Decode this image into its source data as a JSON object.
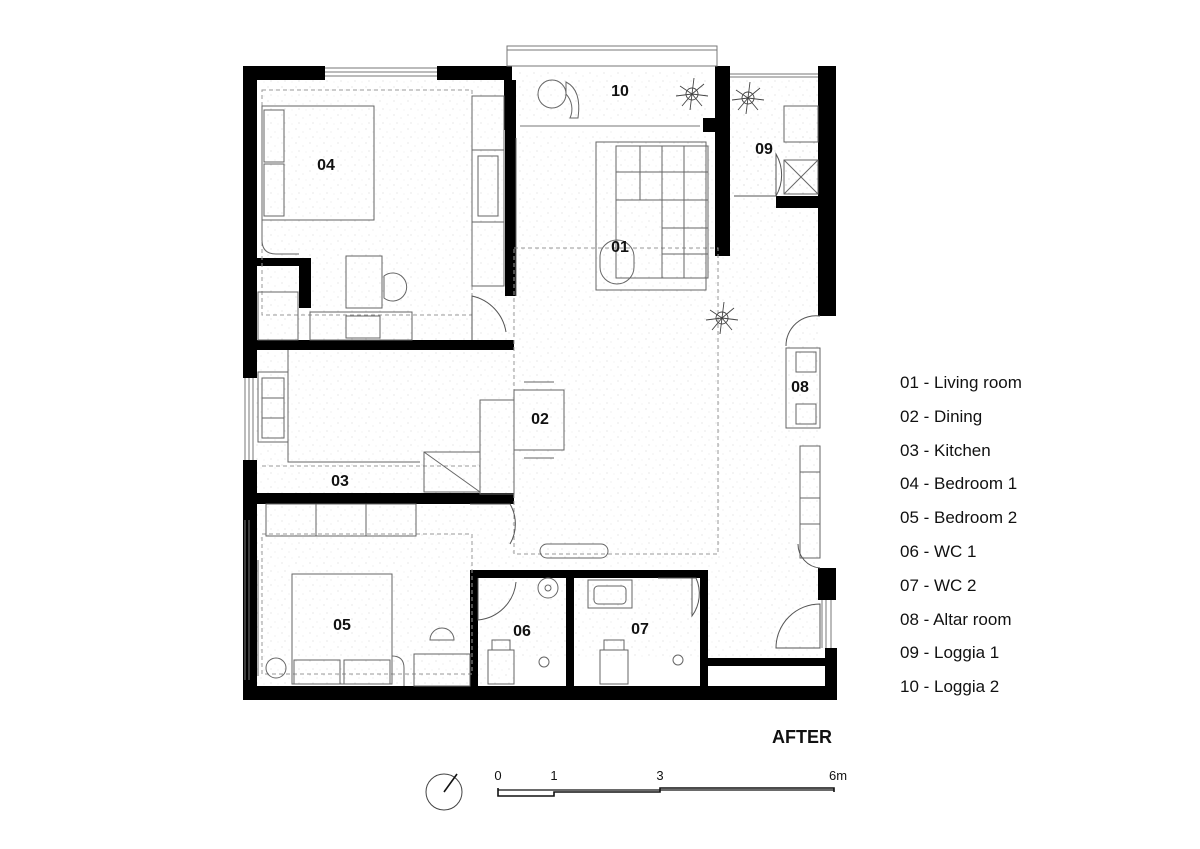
{
  "title": "AFTER",
  "rooms": [
    {
      "code": "01"
    },
    {
      "code": "02"
    },
    {
      "code": "03"
    },
    {
      "code": "04"
    },
    {
      "code": "05"
    },
    {
      "code": "06"
    },
    {
      "code": "07"
    },
    {
      "code": "08"
    },
    {
      "code": "09"
    },
    {
      "code": "10"
    }
  ],
  "legend": [
    "01 - Living room",
    "02 - Dining",
    "03 - Kitchen",
    "04 - Bedroom 1",
    "05 - Bedroom 2",
    "06 - WC 1",
    "07 - WC 2",
    "08 - Altar room",
    "09 - Loggia 1",
    "10 - Loggia 2"
  ],
  "scale": {
    "ticks": [
      "0",
      "1",
      "3",
      "6m"
    ]
  },
  "icons": {
    "north": "north-arrow-icon"
  }
}
